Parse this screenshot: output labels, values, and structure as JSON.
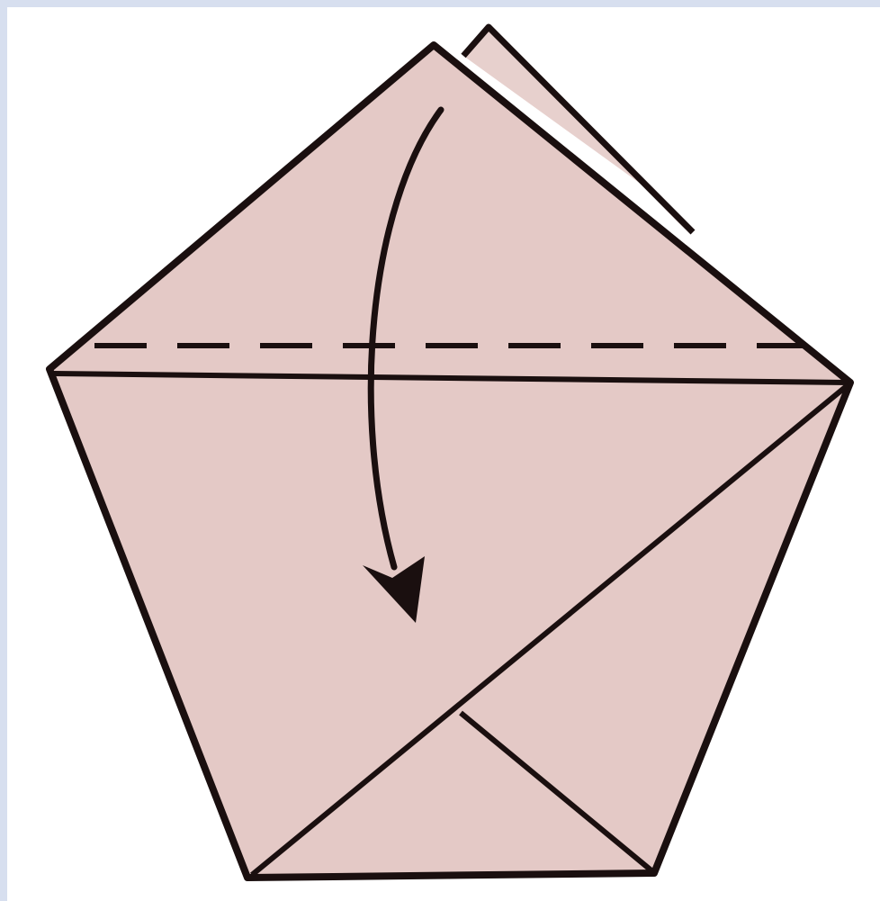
{
  "diagram": {
    "kind": "origami-fold-instruction",
    "shape": "pentagon",
    "paper_color": "#e4c9c6",
    "line_color": "#1a0f0f",
    "frame_color": "#d7dfef",
    "fold_line_style": "dashed",
    "fold_direction": "down",
    "labels": []
  }
}
